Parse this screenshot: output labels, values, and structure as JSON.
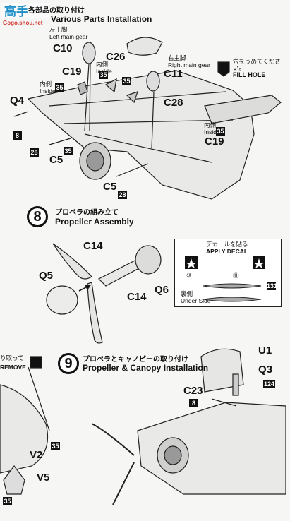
{
  "watermark": {
    "text": "Gogo.shou.net",
    "glyph": "高手"
  },
  "section_various": {
    "title_jp": "各部品の取り付け",
    "title_en": "Various Parts Installation",
    "parts": {
      "c10": "C10",
      "c26": "C26",
      "c19a": "C19",
      "c11": "C11",
      "c28": "C28",
      "q4": "Q4",
      "c5a": "C5",
      "c5b": "C5",
      "c19b": "C19"
    },
    "boxes": {
      "b35a": "35",
      "b35b": "35",
      "b35c": "35",
      "b35d": "35",
      "b35e": "35",
      "b8": "8",
      "b28a": "28",
      "b28b": "28"
    },
    "notes": {
      "left_gear_jp": "左主脚",
      "left_gear_en": "Left main gear",
      "right_gear_jp": "右主脚",
      "right_gear_en": "Right main gear",
      "inside_jp_1": "内側",
      "inside_en_1": "Inside",
      "inside_jp_2": "内側",
      "inside_en_2": "Inside",
      "inside_jp_3": "内側",
      "inside_en_3": "Inside",
      "fill_hole_jp": "穴をうめてください。",
      "fill_hole_en": "FILL HOLE"
    }
  },
  "step8": {
    "number": "8",
    "title_jp": "プロペラの組み立て",
    "title_en": "Propeller Assembly",
    "parts": {
      "c14a": "C14",
      "c14b": "C14",
      "q5": "Q5",
      "q6": "Q6"
    },
    "decal": {
      "title_jp": "デカールを貼る",
      "title_en": "APPLY DECAL",
      "num_10": "⑩",
      "num_11": "⑪",
      "under_jp": "裏側",
      "under_en": "Under Side",
      "box_131": "131"
    }
  },
  "step9": {
    "number": "9",
    "title_jp": "プロペラとキャノピーの取り付け",
    "title_en": "Propeller & Canopy Installation",
    "parts": {
      "u1": "U1",
      "q3": "Q3",
      "c23": "C23"
    },
    "boxes": {
      "b124": "124",
      "b8": "8"
    }
  },
  "left_column": {
    "remove_jp": "り取って",
    "remove_en": "REMOVE",
    "parts": {
      "v2": "V2",
      "v5": "V5"
    },
    "boxes": {
      "b35a": "35",
      "b35b": "35"
    }
  }
}
